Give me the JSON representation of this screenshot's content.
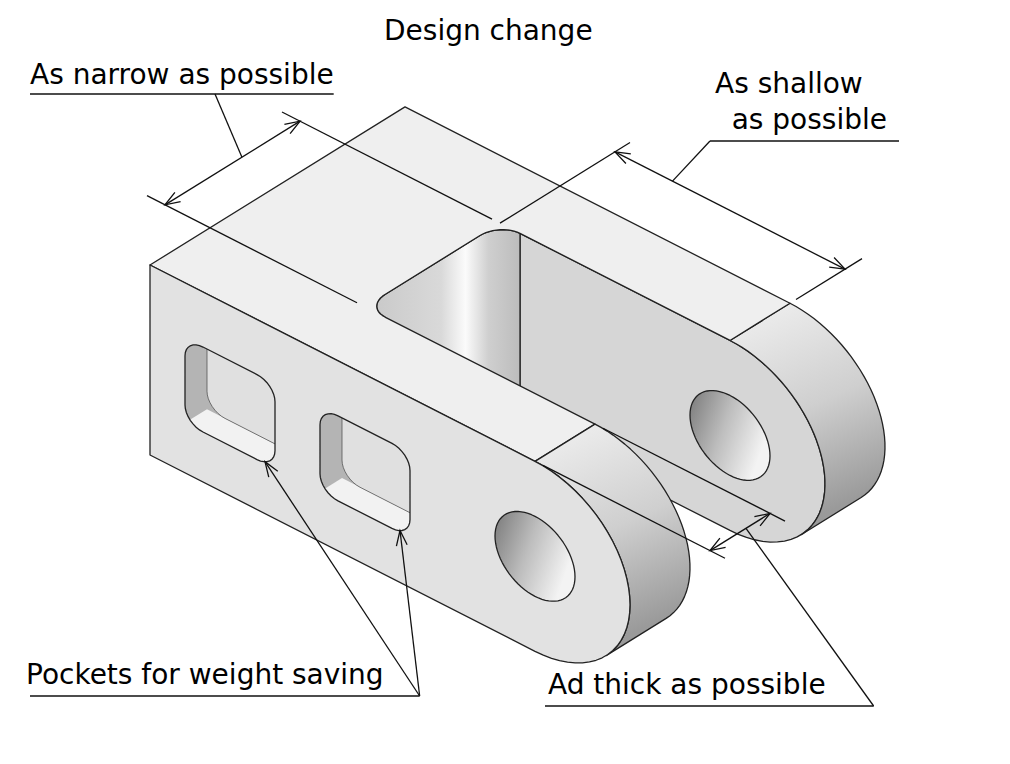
{
  "diagram": {
    "title": "Design change",
    "labels": [
      "As narrow as possible",
      "As shallow as possible",
      "Pockets for weight saving",
      "Ad thick as possible"
    ]
  }
}
